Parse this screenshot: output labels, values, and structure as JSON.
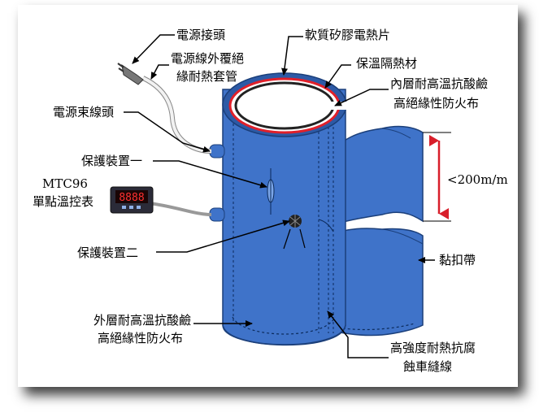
{
  "labels": {
    "power_connector": "電源接頭",
    "cable_sleeve_1": "電源線外覆絕",
    "cable_sleeve_2": "緣耐熱套管",
    "cable_head": "電源束線頭",
    "protect_1": "保護裝置一",
    "controller_model": "MTC96",
    "controller_name": "單點溫控表",
    "protect_2": "保護裝置二",
    "heater": "軟質矽膠電熱片",
    "insulation": "保溫隔熱材",
    "inner_layer_1": "內層耐高溫抗酸鹼",
    "inner_layer_2": "高絕緣性防火布",
    "dimension": "<200m/m",
    "velcro": "黏扣帶",
    "outer_layer_1": "外層耐高溫抗酸鹼",
    "outer_layer_2": "高絕緣性防火布",
    "stitch_1": "高強度耐熱抗腐",
    "stitch_2": "蝕車縫線"
  },
  "display_digits": "8888",
  "colors": {
    "jacket": "#3f73c9",
    "jacket_dark": "#2d5aa6",
    "heater_red": "#e0202a",
    "arrow_red": "#d81e2a"
  }
}
